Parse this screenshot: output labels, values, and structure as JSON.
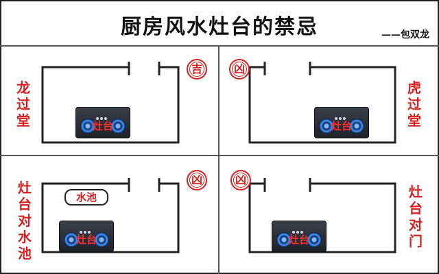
{
  "header": {
    "title": "厨房风水灶台的禁忌",
    "author": "——包双龙"
  },
  "panels": [
    {
      "label": [
        "龙",
        "过",
        "堂"
      ],
      "verdict": "吉",
      "stove": "灶台"
    },
    {
      "label": [
        "虎",
        "过",
        "堂"
      ],
      "verdict": "凶",
      "stove": "灶台"
    },
    {
      "label": [
        "灶",
        "台",
        "对",
        "水",
        "池"
      ],
      "verdict": "凶",
      "stove": "灶台",
      "sink": "水池"
    },
    {
      "label": [
        "灶",
        "台",
        "对",
        "门"
      ],
      "verdict": "凶",
      "stove": "灶台"
    }
  ],
  "colors": {
    "accent": "#d71f1f",
    "lines": "#222222",
    "stove_body": "#2a2e36",
    "burner": "#3a86e6"
  }
}
